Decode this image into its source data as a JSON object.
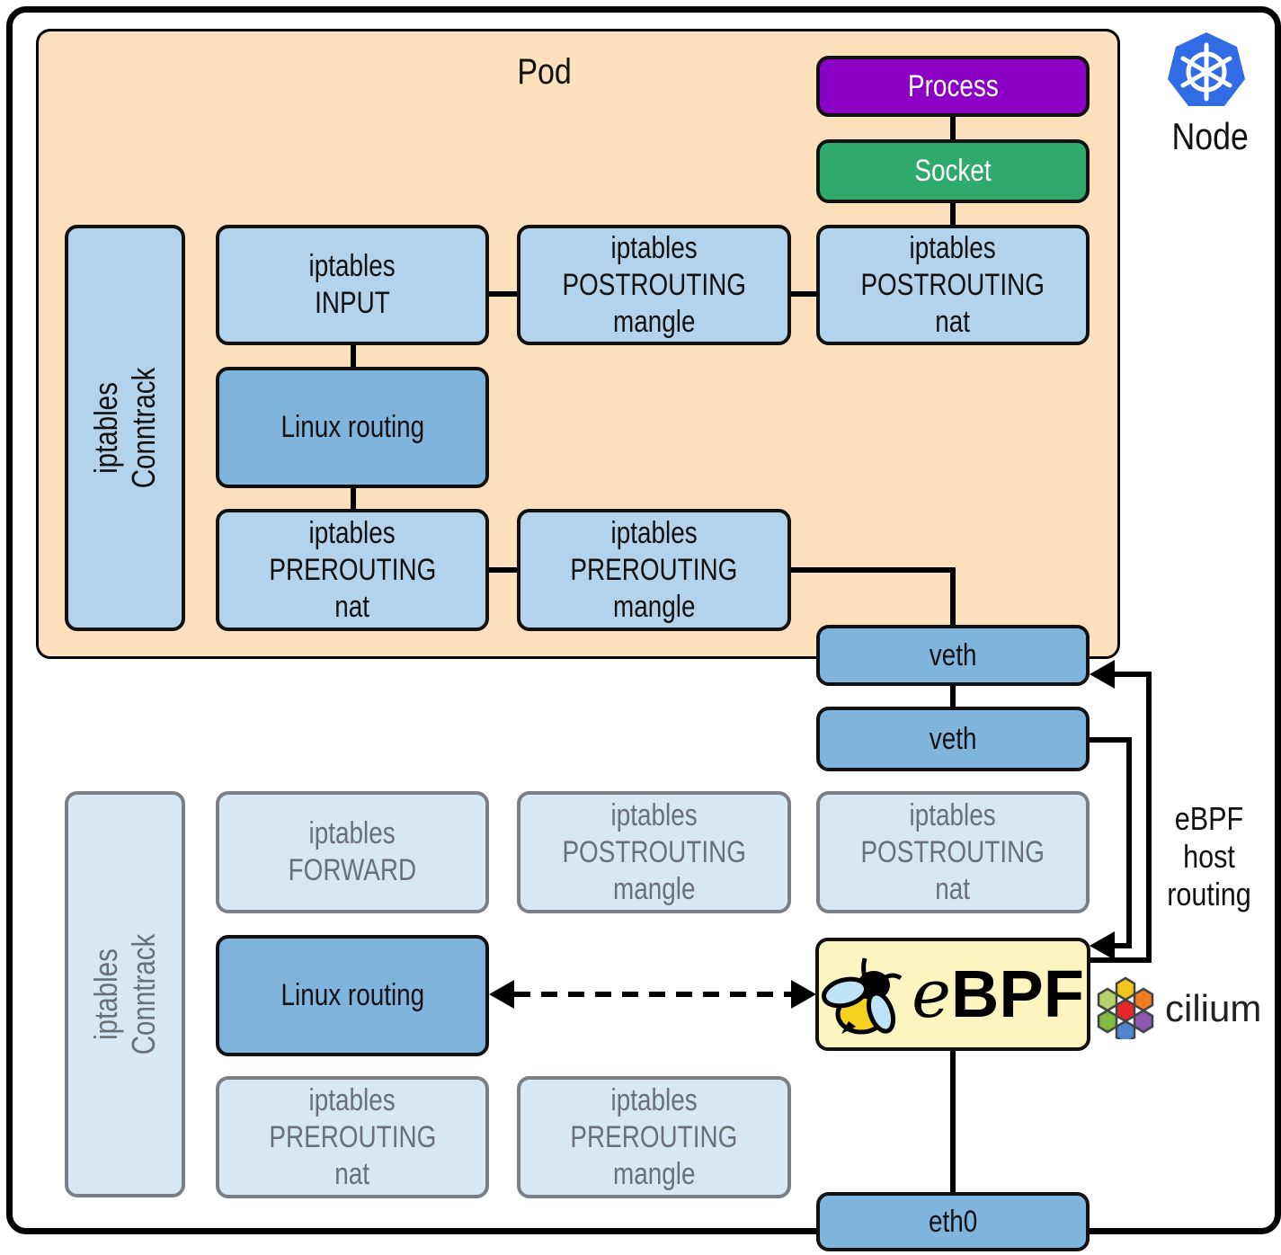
{
  "node": {
    "label": "Node",
    "icon": "kubernetes-helm-icon",
    "icon_color": "#326ce5"
  },
  "pod": {
    "label": "Pod",
    "bg_color": "#fcdfbd"
  },
  "pod_boxes": {
    "process": "Process",
    "socket": "Socket",
    "conntrack": [
      "iptables",
      "Conntrack"
    ],
    "input": [
      "iptables",
      "INPUT"
    ],
    "postrouting_mangle": [
      "iptables",
      "POSTROUTING",
      "mangle"
    ],
    "postrouting_nat": [
      "iptables",
      "POSTROUTING",
      "nat"
    ],
    "linux_routing": "Linux routing",
    "prerouting_nat": [
      "iptables",
      "PREROUTING",
      "nat"
    ],
    "prerouting_mangle": [
      "iptables",
      "PREROUTING",
      "mangle"
    ],
    "veth_pod": "veth"
  },
  "host_boxes": {
    "veth_host": "veth",
    "conntrack": [
      "iptables",
      "Conntrack"
    ],
    "forward": [
      "iptables",
      "FORWARD"
    ],
    "postrouting_mangle": [
      "iptables",
      "POSTROUTING",
      "mangle"
    ],
    "postrouting_nat": [
      "iptables",
      "POSTROUTING",
      "nat"
    ],
    "linux_routing": "Linux routing",
    "prerouting_nat": [
      "iptables",
      "PREROUTING",
      "nat"
    ],
    "prerouting_mangle": [
      "iptables",
      "PREROUTING",
      "mangle"
    ],
    "ebpf": {
      "e": "e",
      "bpf": "BPF"
    },
    "eth0": "eth0"
  },
  "annotations": {
    "host_routing": [
      "eBPF",
      "host",
      "routing"
    ],
    "cilium": "cilium"
  },
  "colors": {
    "process": "#8a00c4",
    "socket": "#2faa6a",
    "iptables_active": "#b3d3ec",
    "routing_active": "#7fb5dd",
    "inactive": "#d7e7f4",
    "ebpf": "#fdf5c0"
  }
}
